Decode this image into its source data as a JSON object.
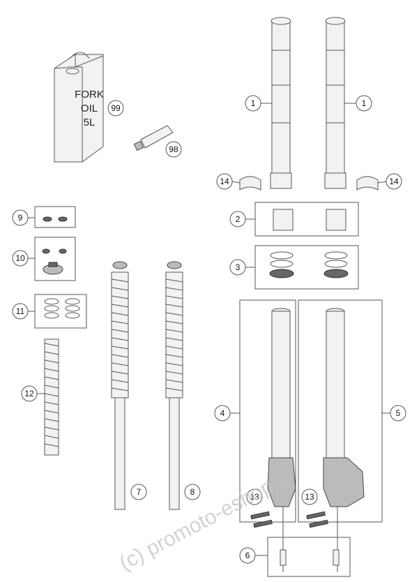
{
  "can": {
    "line1": "FORK",
    "line2": "OIL",
    "line3": "5L"
  },
  "callouts": {
    "c1a": "1",
    "c1b": "1",
    "c2": "2",
    "c3": "3",
    "c4": "4",
    "c5": "5",
    "c6": "6",
    "c7": "7",
    "c8": "8",
    "c9": "9",
    "c10": "10",
    "c11": "11",
    "c12": "12",
    "c13a": "13",
    "c13b": "13",
    "c14a": "14",
    "c14b": "14",
    "c98": "98",
    "c99": "99"
  },
  "watermark": "(c) promoto-eshop.c"
}
